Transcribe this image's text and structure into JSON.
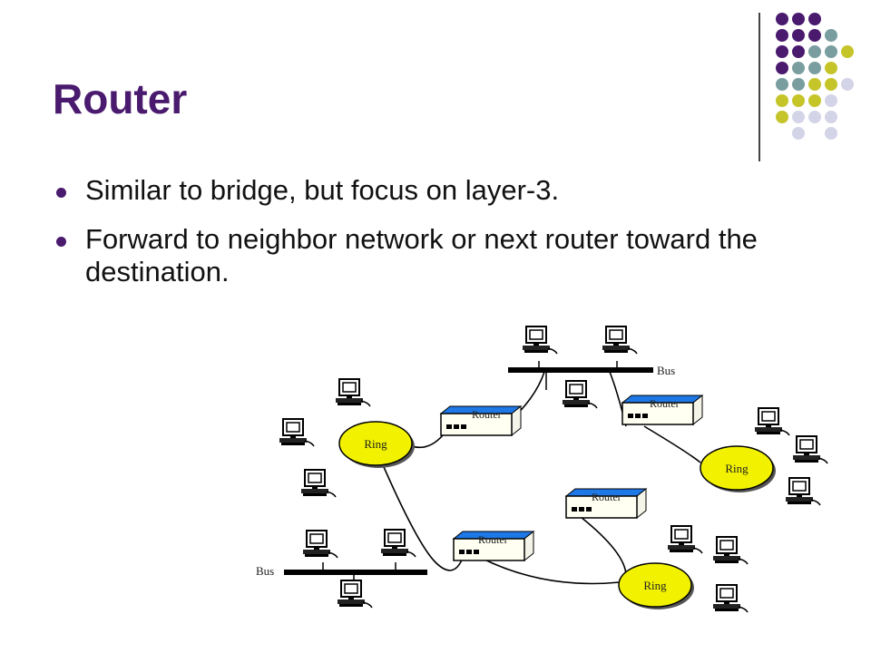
{
  "slide": {
    "title": "Router",
    "bullets": [
      "Similar to bridge, but focus on layer-3.",
      "Forward to neighbor network or next router toward the destination."
    ]
  },
  "diagram": {
    "router_label": "Router",
    "ring_label": "Ring",
    "bus_label": "Bus"
  },
  "colors": {
    "title": "#4a1a6e",
    "dot_purple": "#4a1a6e",
    "dot_teal": "#7a9e9f",
    "dot_lime": "#c5c52a",
    "dot_lavender": "#d4d4e8",
    "router_top": "#1e78e6",
    "ring_fill": "#f2f200"
  }
}
